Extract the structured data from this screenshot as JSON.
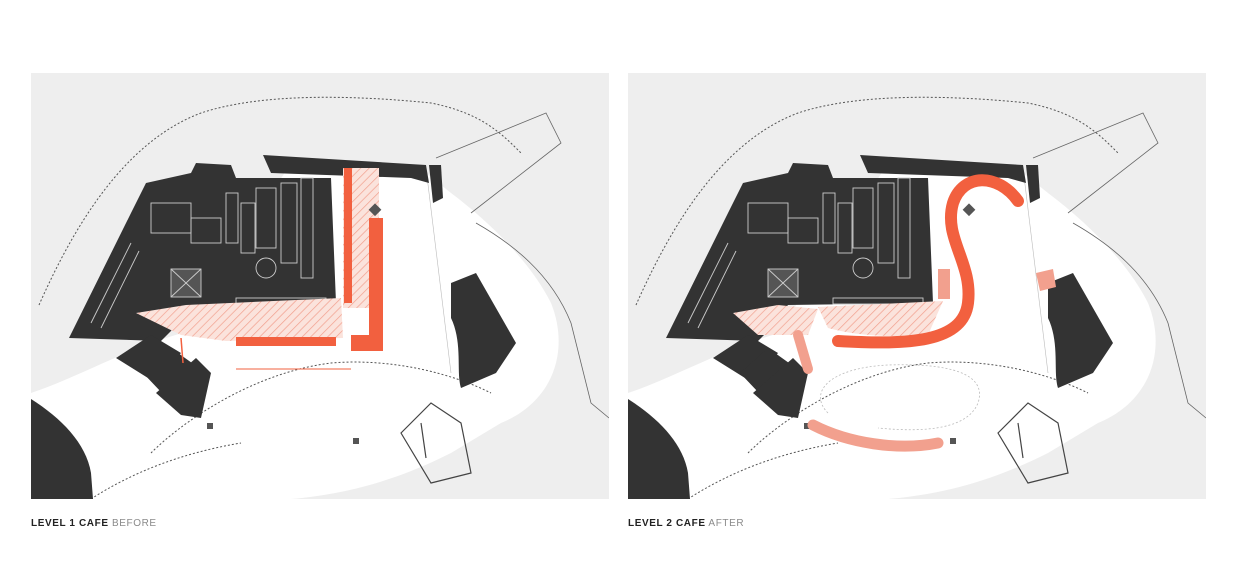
{
  "captions": {
    "before": {
      "label": "LEVEL 1 CAFE",
      "state": "BEFORE"
    },
    "after": {
      "label": "LEVEL 2 CAFE",
      "state": "AFTER"
    }
  },
  "colors": {
    "background": "#eeeeee",
    "building": "#333333",
    "interior": "#555555",
    "highlight": "#f2603f",
    "highlight_light": "#f2a08e",
    "hatch": "#f3b6a6",
    "floor": "#ffffff"
  },
  "icons": [
    "north-marker-icon"
  ]
}
